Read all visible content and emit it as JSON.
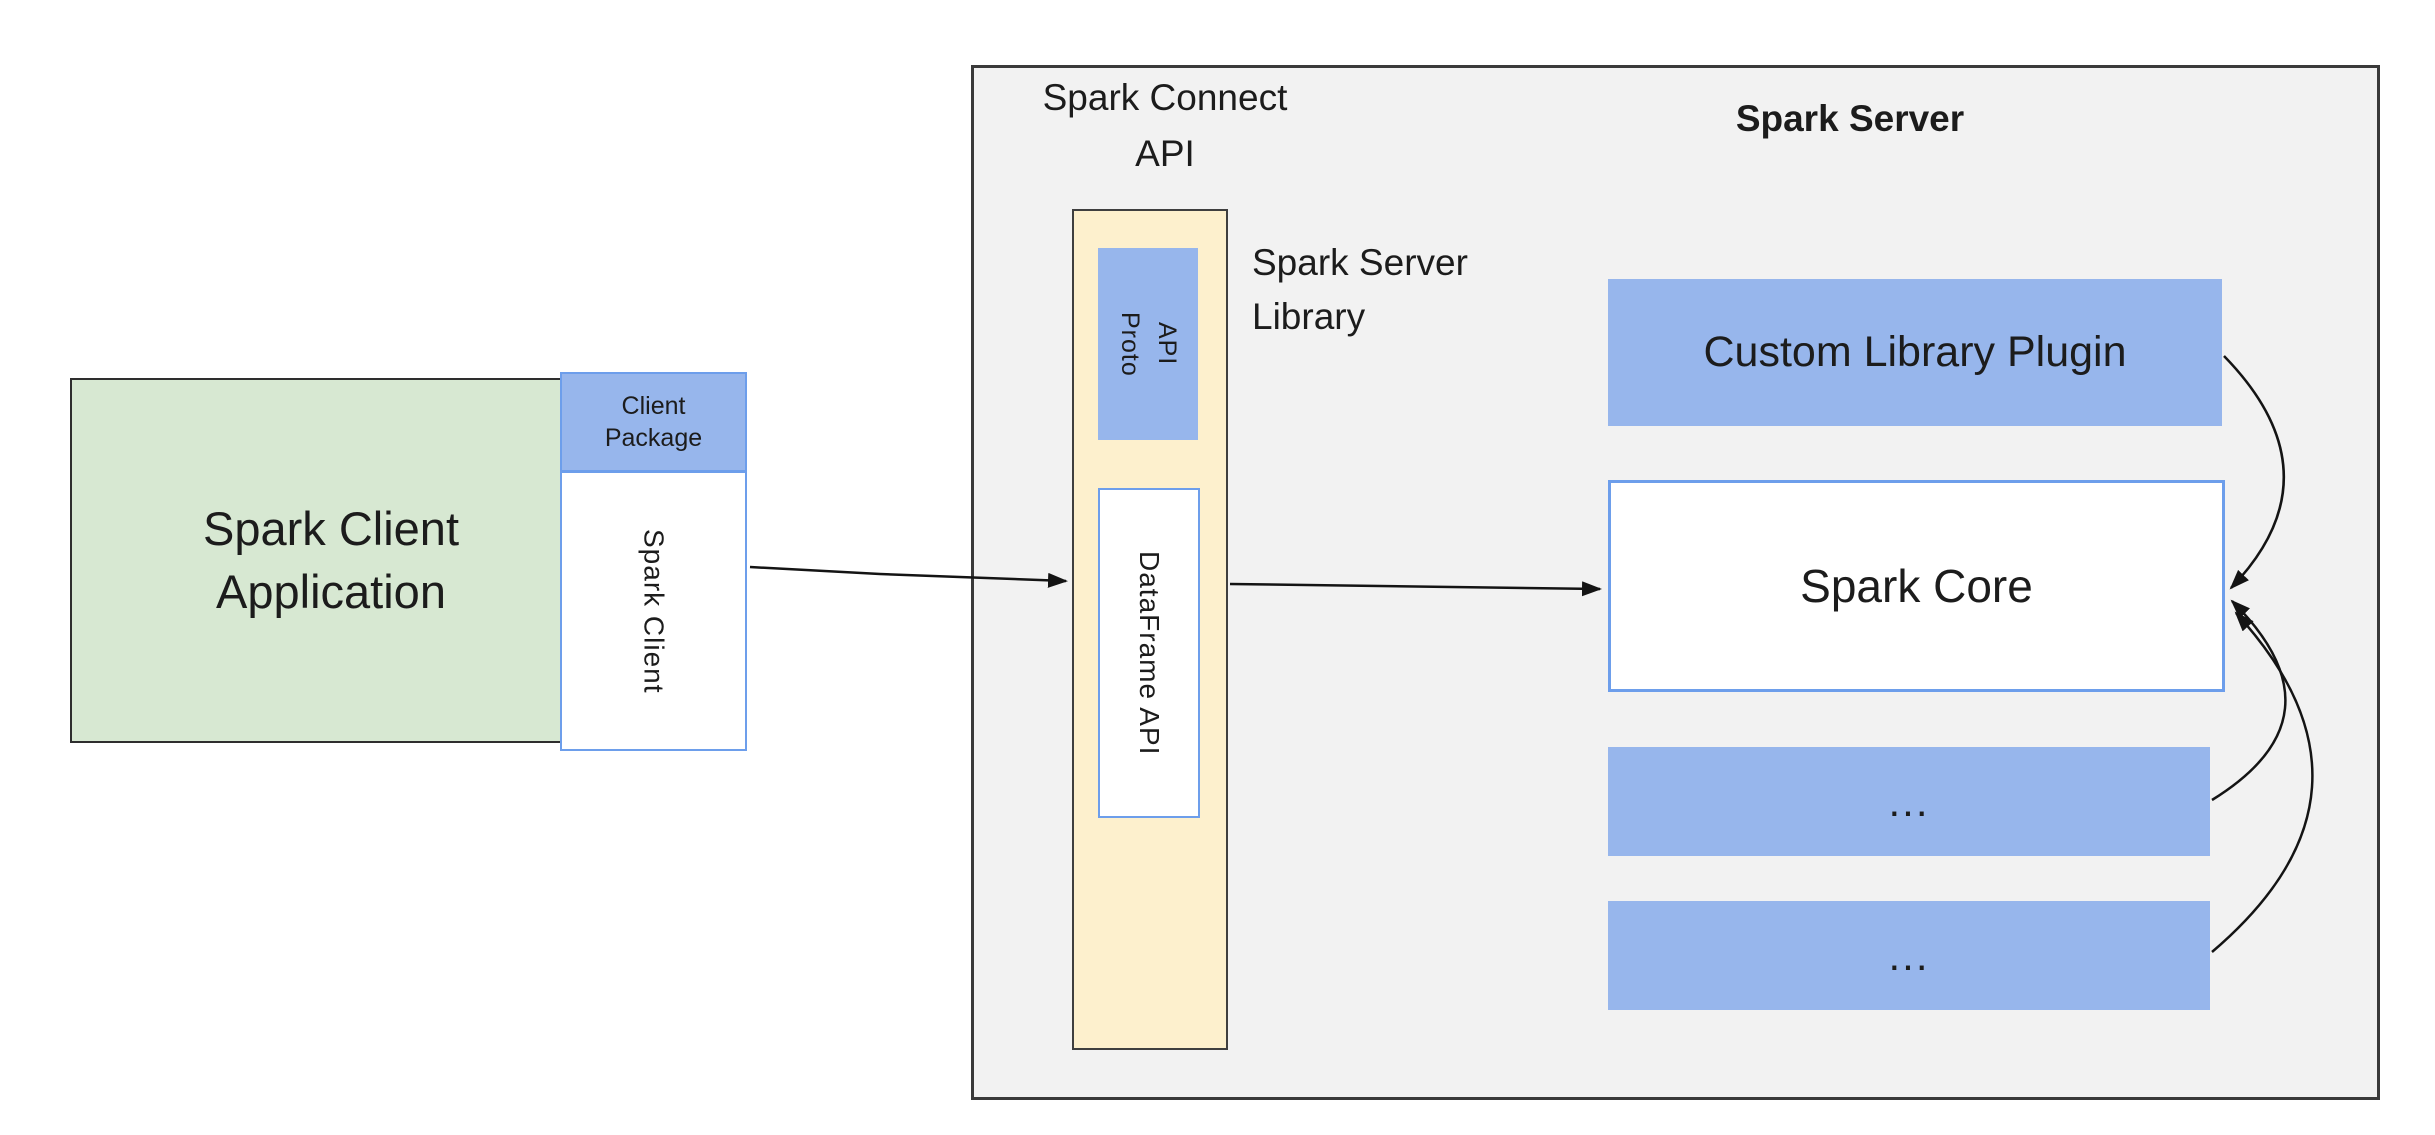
{
  "colors": {
    "green_fill": "#d7e8d2",
    "blue_fill": "#97b6ec",
    "blue_border": "#6d9eeb",
    "yellow_fill": "#fdf0cd",
    "gray_fill": "#f2f2f2",
    "dark_border": "#3a3a3a",
    "arrow": "#141414"
  },
  "client": {
    "app_line1": "Spark Client",
    "app_line2": "Application",
    "package_line1": "Client",
    "package_line2": "Package",
    "spark_client": "Spark Client"
  },
  "connect_api": {
    "title_line1": "Spark Connect",
    "title_line2": "API",
    "proto_line1": "Proto",
    "proto_line2": "API",
    "dataframe": "DataFrame API",
    "library_line1": "Spark Server",
    "library_line2": "Library"
  },
  "server": {
    "title": "Spark Server",
    "plugin": "Custom Library Plugin",
    "core": "Spark Core",
    "ellipsis_1": "...",
    "ellipsis_2": "..."
  }
}
